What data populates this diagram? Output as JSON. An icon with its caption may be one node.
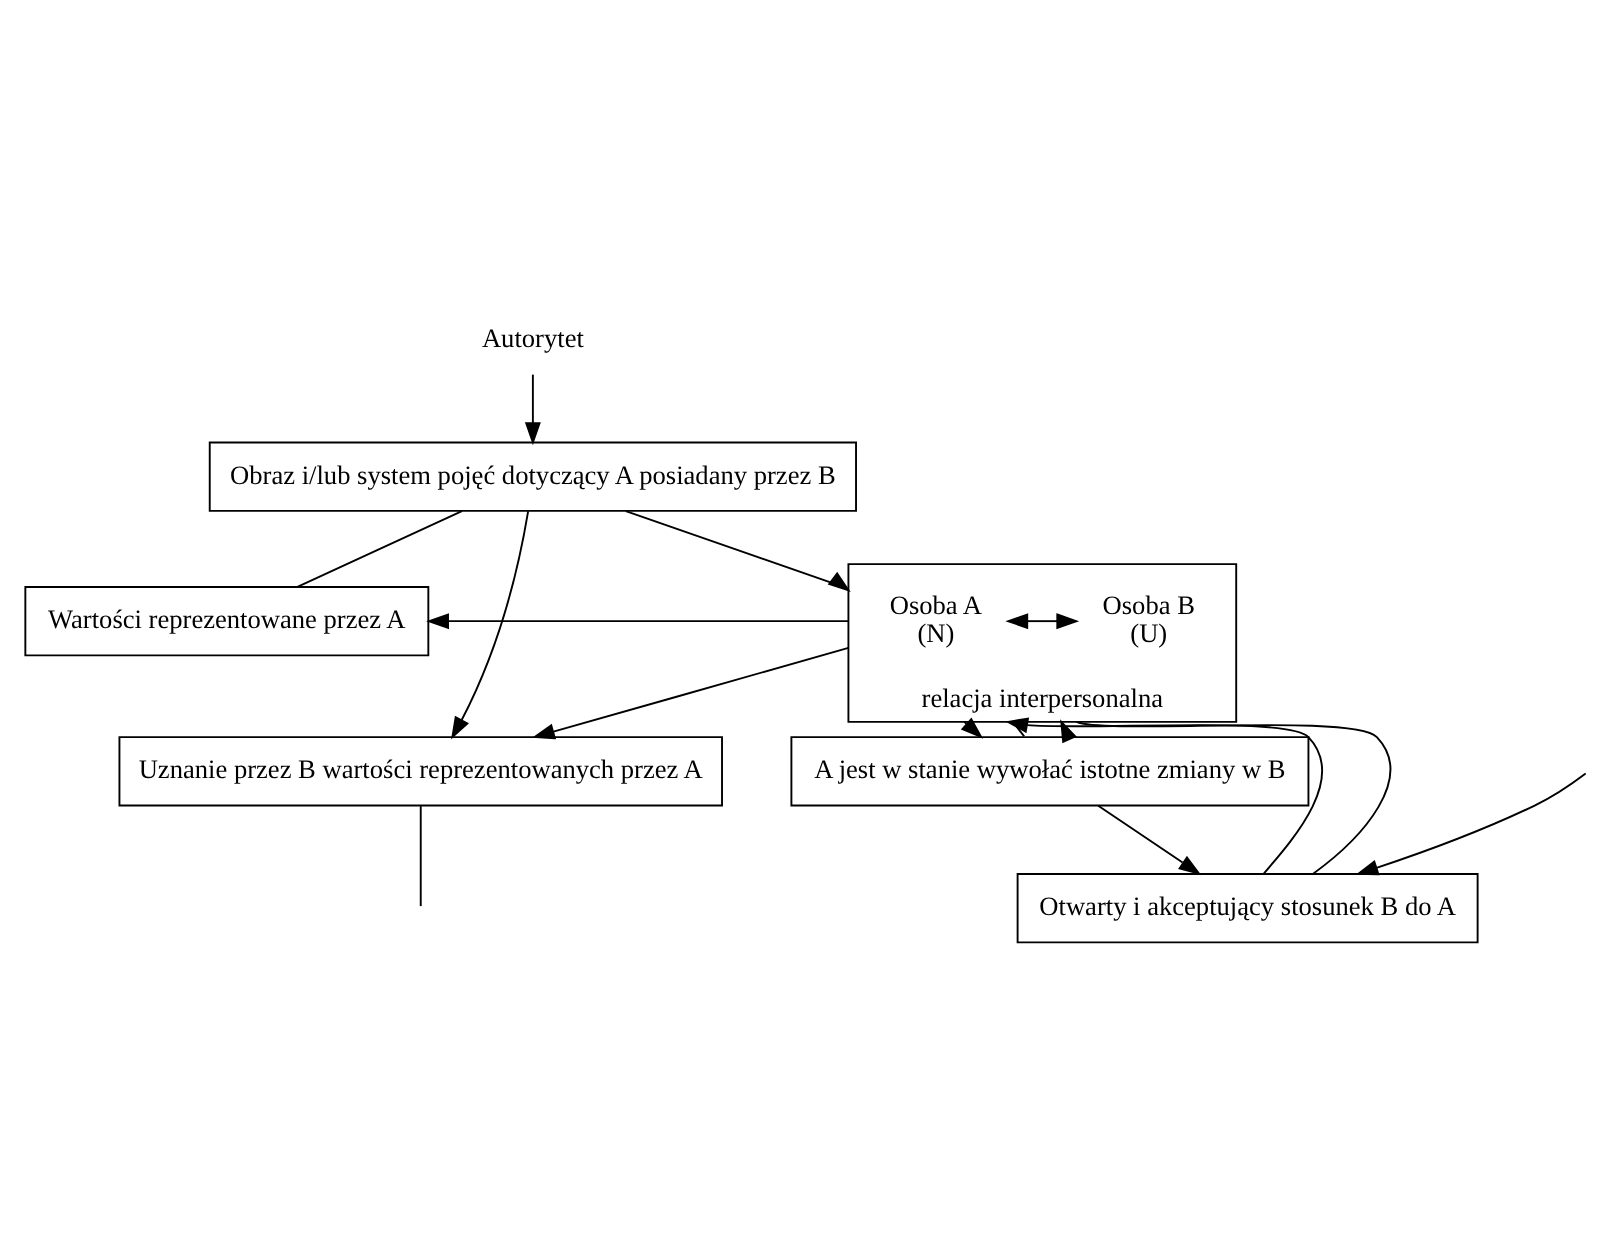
{
  "diagram": {
    "nodes": [
      {
        "text": [
          "Autorytet"
        ]
      },
      {
        "text": [
          "Obraz i/lub system pojęć dotyczący A posiadany przez B"
        ]
      },
      {
        "text": [
          "Wartości reprezentowane przez A"
        ]
      },
      {
        "text": [
          "relacja interpersonalna"
        ]
      },
      {
        "text": [
          "Osoba A",
          "(N)"
        ],
        "in": 3
      },
      {
        "text": [
          "Osoba B",
          "(U)"
        ],
        "in": 3
      },
      {
        "text": [
          "Uznanie przez B wartości reprezentowanych przez A"
        ]
      },
      {
        "text": [
          "A jest w stanie wywołać istotne zmiany w B"
        ]
      },
      {
        "text": [
          "Otwarty i akceptujący stosunek B do A"
        ]
      }
    ],
    "edges": [
      {
        "from": 0,
        "to": 1,
        "arrow": "to"
      },
      {
        "from": 1,
        "to": 2,
        "arrow": "none"
      },
      {
        "from": 1,
        "to": 3,
        "arrow": "to"
      },
      {
        "from": 1,
        "to": 6,
        "arrow": "to"
      },
      {
        "from": 3,
        "to": 2,
        "arrow": "to"
      },
      {
        "from": 3,
        "to": 6,
        "arrow": "to"
      },
      {
        "from": 4,
        "to": 5,
        "arrow": "both"
      },
      {
        "from": 3,
        "to": 7,
        "arrow": "to"
      },
      {
        "from": 3,
        "to": 7,
        "arrow": "none"
      },
      {
        "from": 7,
        "to": 3,
        "arrow": "to"
      },
      {
        "from": 7,
        "to": 8,
        "arrow": "to"
      },
      {
        "from": 8,
        "to": 3,
        "arrow": "to"
      },
      {
        "from": 8,
        "to": 3,
        "arrow": "none"
      },
      {
        "from": null,
        "to": 8,
        "arrow": "to"
      },
      {
        "from": 6,
        "to": null,
        "arrow": "none"
      }
    ]
  }
}
